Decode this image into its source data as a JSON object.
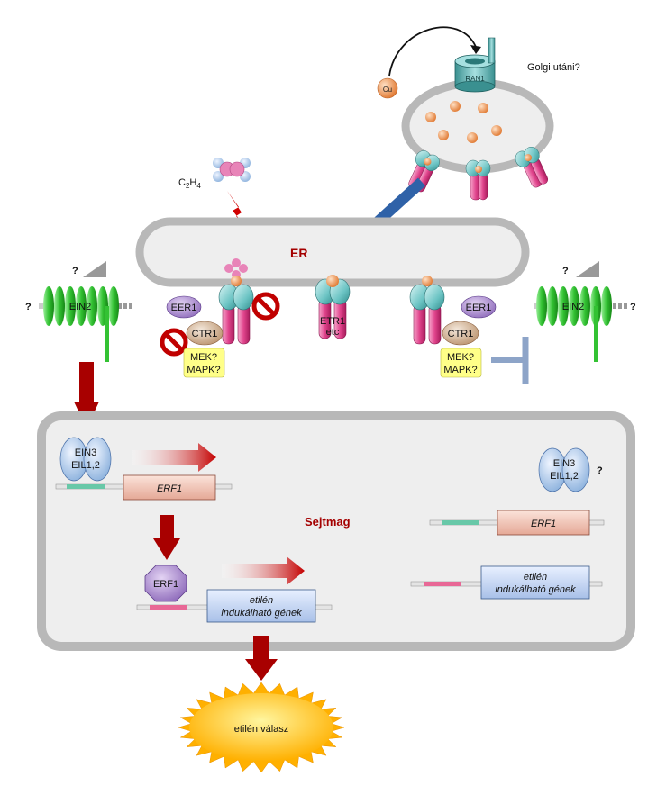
{
  "labels": {
    "golgi": "Golgi utáni?",
    "ran1": "RAN1",
    "cu": "Cu",
    "c2h4": "C2H4",
    "er": "ER",
    "eer1": "EER1",
    "ctr1": "CTR1",
    "mek": "MEK?",
    "mapk": "MAPK?",
    "etr1": "ETR1",
    "etc": "etc",
    "ein2": "EIN2",
    "question": "?",
    "ein3": "EIN3",
    "eil12": "EIL1,2",
    "erf1": "ERF1",
    "erf1_gene": "ERF1",
    "nucleus": "Sejtmag",
    "etilen": "etilén",
    "indukalhato": "indukálható gének",
    "response": "etilén válasz"
  },
  "colors": {
    "receptor_pink": "#e0448c",
    "teal": "#6cc4c4",
    "copper": "#f0a060",
    "arrow_red": "#a80000",
    "arrow_blue": "#2f62a8",
    "ein2_green": "#33c233",
    "membrane_gray": "#b8b8b8",
    "nucleus_fill": "#eeeeee",
    "response_yellow": "#ffd200"
  }
}
